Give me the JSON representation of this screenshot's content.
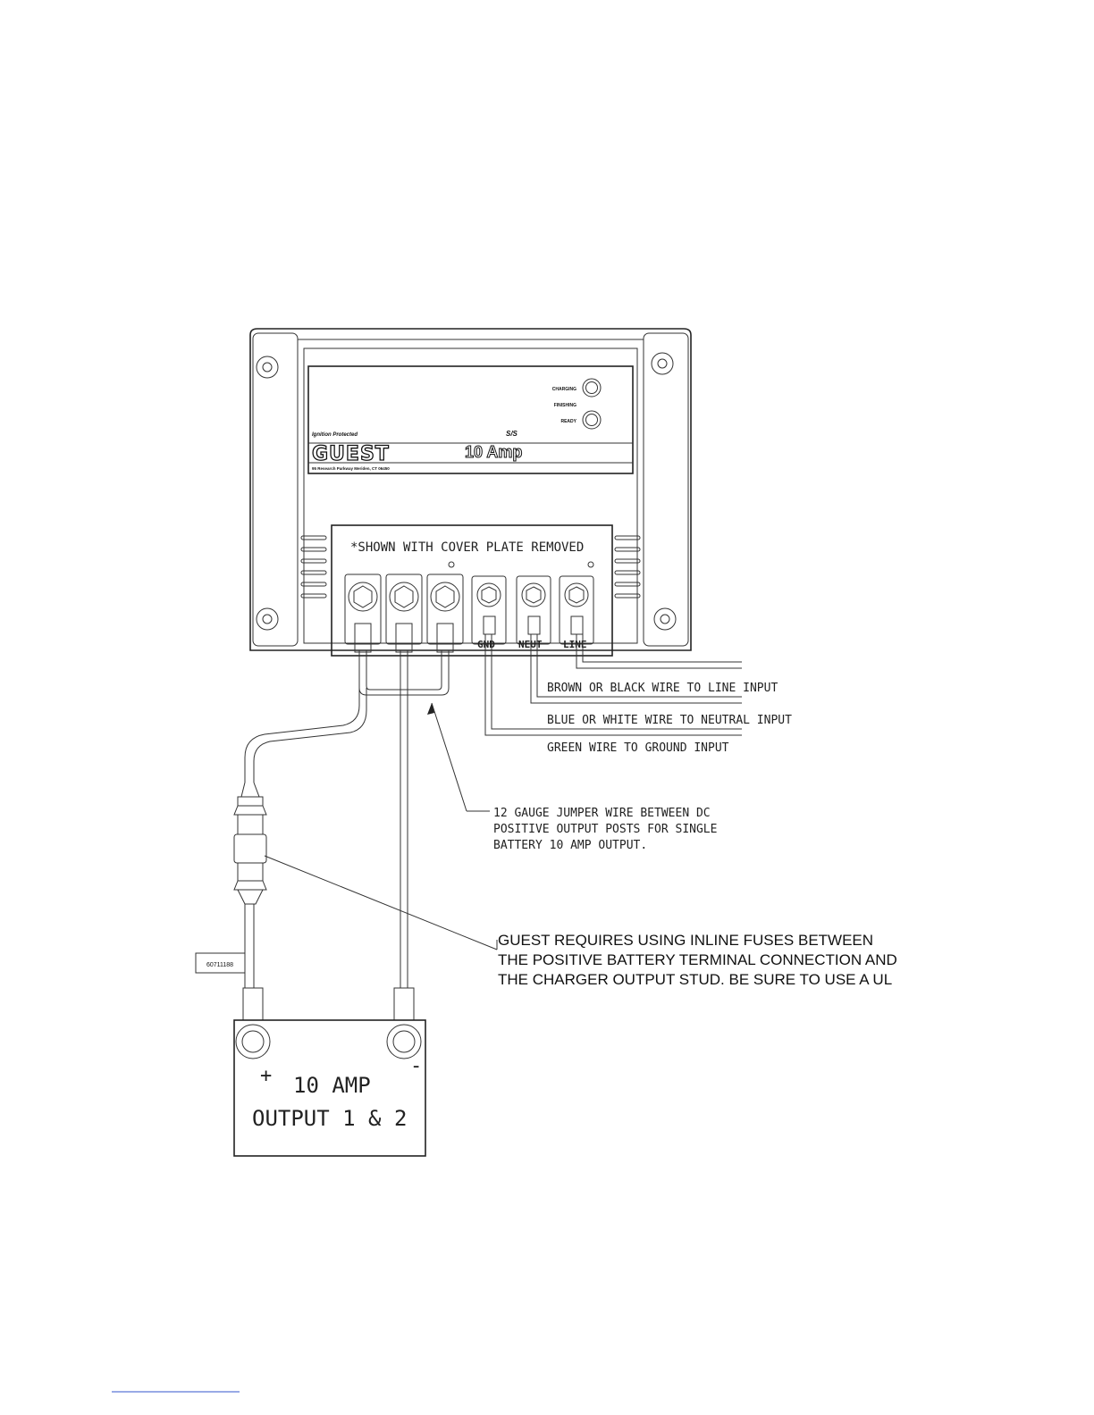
{
  "charger": {
    "brand": "GUEST",
    "rating": "10 Amp",
    "tagline": "Ignition Protected",
    "address": "95 Research Parkway Meriden, CT 06450",
    "model_mark": "S/S",
    "indicator_labels": [
      "CHARGING",
      "FINISHING",
      "READY"
    ],
    "cover_note": "*SHOWN WITH COVER PLATE REMOVED",
    "terminal_labels": [
      "GND",
      "NEUT",
      "LINE"
    ]
  },
  "wiring_labels": {
    "line": "BROWN OR BLACK WIRE TO LINE INPUT",
    "neutral": "BLUE OR WHITE WIRE TO NEUTRAL INPUT",
    "ground": "GREEN WIRE TO GROUND INPUT"
  },
  "jumper_note": [
    "12 GAUGE JUMPER WIRE BETWEEN DC",
    "POSITIVE OUTPUT POSTS FOR SINGLE",
    "BATTERY 10 AMP OUTPUT."
  ],
  "fuse_note": [
    "GUEST REQUIRES USING INLINE FUSES BETWEEN",
    "THE POSITIVE BATTERY TERMINAL CONNECTION AND",
    "THE CHARGER OUTPUT STUD.  BE SURE TO USE A UL"
  ],
  "fuse_tag": "60711188",
  "battery": {
    "plus": "+",
    "minus": "-",
    "line1": "10 AMP",
    "line2": "OUTPUT 1 & 2"
  }
}
